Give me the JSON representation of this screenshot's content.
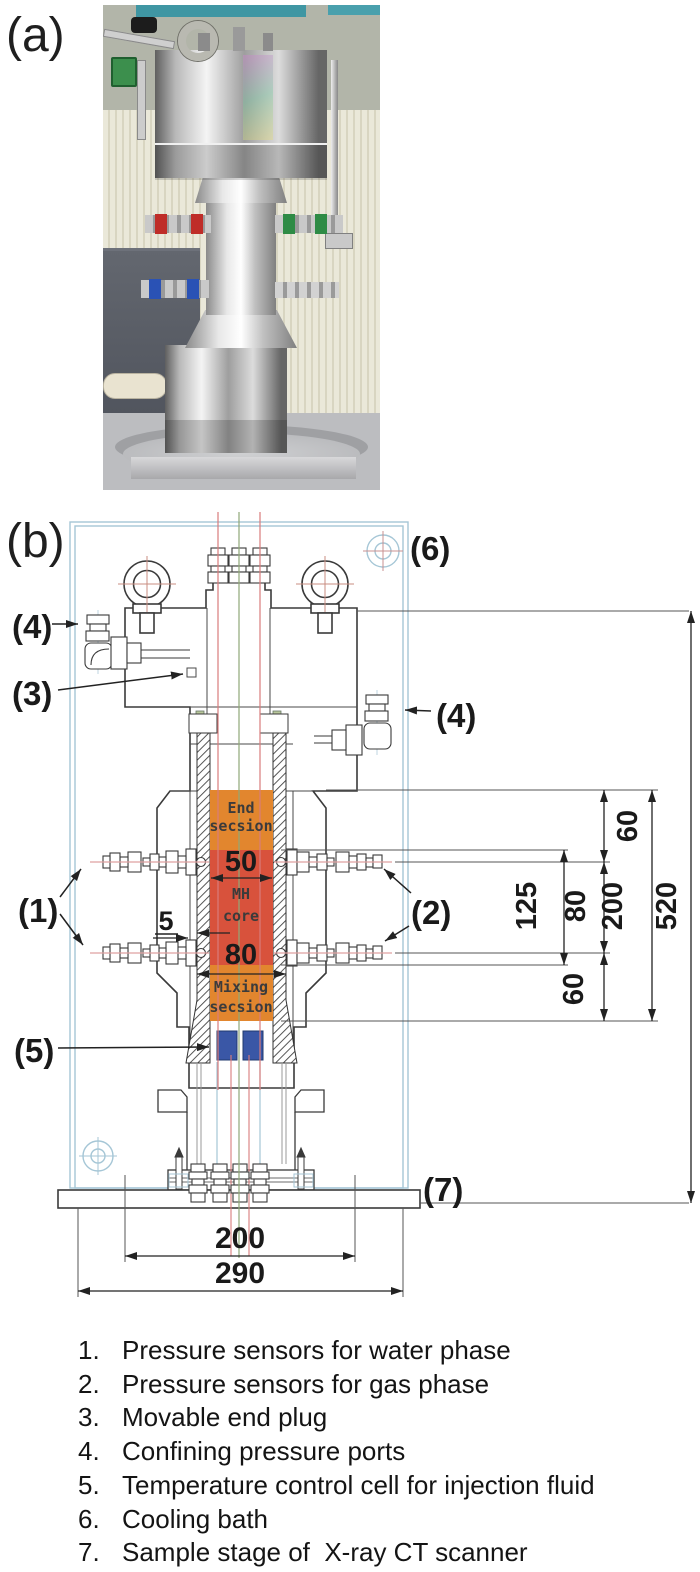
{
  "panels": {
    "a_label": "(a)",
    "b_label": "(b)"
  },
  "callouts": {
    "c1": "(1)",
    "c2": "(2)",
    "c3": "(3)",
    "c4_left": "(4)",
    "c4_right": "(4)",
    "c5": "(5)",
    "c6": "(6)",
    "c7": "(7)"
  },
  "core_sections": {
    "end_line1": "End",
    "end_line2": "secsion",
    "mh_line1": "MH",
    "mh_line2": "core",
    "mixing_line1": "Mixing",
    "mixing_line2": "secsion"
  },
  "dimensions": {
    "core_diameter_50": "50",
    "sleeve_diameter_80": "80",
    "gap_5": "5",
    "right_60_top": "60",
    "right_80_mid": "80",
    "right_60_bottom": "60",
    "right_125": "125",
    "right_200": "200",
    "right_520": "520",
    "bottom_200": "200",
    "bottom_290": "290"
  },
  "colors": {
    "section_orange": "#E2862E",
    "mh_core_red": "#D8523C",
    "temperature_cell_blue": "#3A57A6",
    "cooling_bath_blue": "#A5C6D6",
    "centerline_red": "#D97C7C",
    "centerline_green": "#90A878",
    "sensor_axis_pink": "#DFA0A0"
  },
  "legend": {
    "items": [
      {
        "num": "1.",
        "text": "Pressure sensors for water phase"
      },
      {
        "num": "2.",
        "text": "Pressure sensors for gas phase"
      },
      {
        "num": "3.",
        "text": "Movable end plug"
      },
      {
        "num": "4.",
        "text": "Confining pressure ports"
      },
      {
        "num": "5.",
        "text": "Temperature control cell for injection fluid"
      },
      {
        "num": "6.",
        "text": "Cooling bath"
      },
      {
        "num": "7.",
        "text": "Sample stage of  X-ray CT scanner"
      }
    ]
  }
}
